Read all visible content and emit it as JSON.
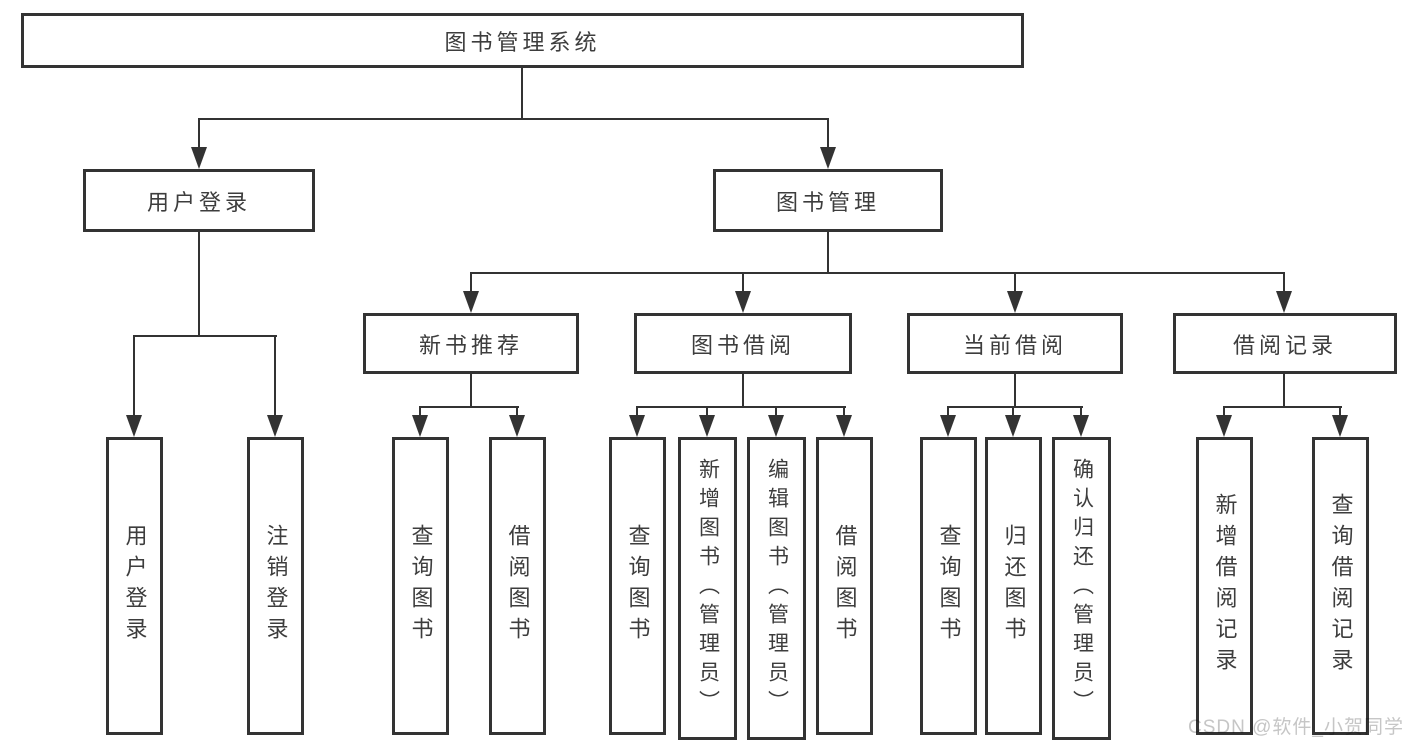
{
  "style": {
    "line_color": "#333333",
    "border_color": "#333333",
    "box_fill": "#ffffff",
    "text_color": "#3d3d3d",
    "watermark_color": "#c6c6c6",
    "background": "#ffffff"
  },
  "nodes": {
    "root": "图书管理系统",
    "user_login": "用户登录",
    "book_mgmt": "图书管理",
    "new_book_rec": "新书推荐",
    "book_borrow": "图书借阅",
    "current_borrow": "当前借阅",
    "borrow_records": "借阅记录",
    "user_login_leaf": "用户登录",
    "logout_leaf": "注销登录",
    "rec_query_books": "查询图书",
    "rec_borrow_books": "借阅图书",
    "borrow_query_books": "查询图书",
    "borrow_add_books": "新增图书（管理员）",
    "borrow_edit_books": "编辑图书（管理员）",
    "borrow_borrow_books": "借阅图书",
    "current_query_books": "查询图书",
    "current_return_books": "归还图书",
    "current_confirm_return": "确认归还（管理员）",
    "records_add": "新增借阅记录",
    "records_query": "查询借阅记录"
  },
  "watermark": "CSDN @软件_小贺同学"
}
